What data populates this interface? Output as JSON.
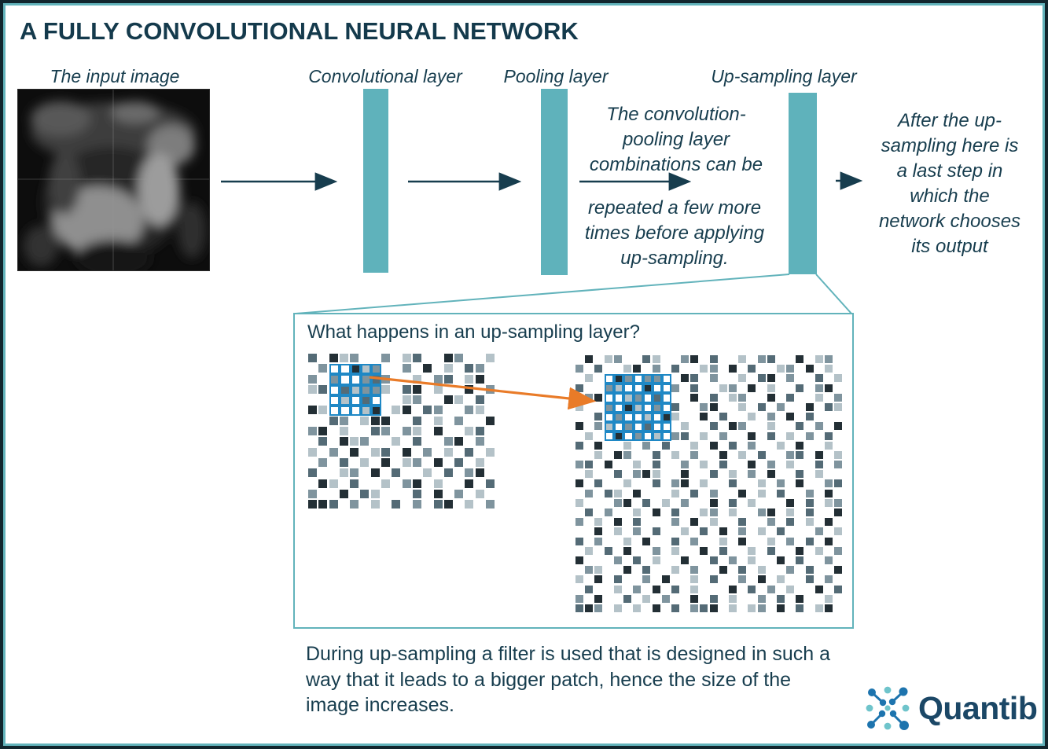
{
  "title": "A FULLY CONVOLUTIONAL NEURAL NETWORK",
  "flow": {
    "input_label": "The input image",
    "conv_label": "Convolutional layer",
    "pool_label": "Pooling layer",
    "upsample_label": "Up-sampling layer",
    "mid_text_top": "The convolution-\npooling layer\ncombinations can be",
    "mid_text_bottom": "repeated a few more\ntimes before applying\nup-sampling.",
    "right_text": "After the up-\nsampling here is\na last step in\nwhich the\nnetwork chooses\nits output"
  },
  "upsampling_box": {
    "heading": "What happens in an up-sampling layer?",
    "palette": {
      "0": "transparent",
      "1": "#b4c2c8",
      "2": "#7f949e",
      "3": "#546b76",
      "4": "#232f35"
    },
    "patch_palette": {
      "0": "#ffffff",
      "1": "#b4c2c8",
      "2": "#7f949e",
      "3": "#546b76",
      "4": "#232f35"
    },
    "left_grid": {
      "cols": 18,
      "rows": [
        "304120020130042001",
        "021043100204010320",
        "200310420010230140",
        "130024010340100402",
        "002140300120041030",
        "410032001403200210",
        "003201440030102004",
        "240100320210400130",
        "030412001030024020",
        "102040130402010301",
        "020301040120403010",
        "300120403001030240",
        "041030010240100403",
        "200403100030402010",
        "443020103020340102"
      ]
    },
    "right_grid": {
      "cols": 28,
      "rows": [
        "0401200310024030010230040120",
        "2030014020300120403001204010",
        "0102403001043020010340200301",
        "3000120440203001204010030240",
        "0240300102004030120040300102",
        "1003204010300240010302004031",
        "0030012040100403001020403000",
        "4020103002010030420010030204",
        "0102030400230102004030102030",
        "3040010203001040302001040010",
        "0010420030102004010300230401",
        "2304001030020103004020100302",
        "0100302410040030102040030100",
        "4030010030240100300102040023",
        "0203104000103020040103002040",
        "1000240301020040301000403012",
        "0302001040300120100240103004",
        "2010403000204010030020301040",
        "0040102030010304020103000201",
        "3020010400302001040010203040",
        "0103040020100403001030040102",
        "4000203010040030201004030020",
        "0210040300102004030100203004",
        "1040300204001030020401003020",
        "0300102040301000403020100403",
        "2040030102004030100203040010",
        "3420101040302340101204030140"
      ]
    },
    "left_patch": {
      "rows": [
        "00412",
        "20023",
        "03122",
        "01030",
        "00014"
      ]
    },
    "right_patch": {
      "rows": [
        "0420220",
        "2100400",
        "0012030",
        "2041020",
        "0200104",
        "1020300",
        "0402010"
      ]
    }
  },
  "caption": "During up-sampling a filter is used that is designed in such a way that it leads to a bigger patch, hence the size of the image increases.",
  "logo": {
    "text": "Quantib"
  },
  "colors": {
    "text_dark_teal": "#173d4e",
    "bar_teal": "#5fb2bb",
    "border_teal": "#62b3bb",
    "patch_blue": "#1f88c5",
    "arrow_navy": "#173d4e",
    "arrow_orange": "#e97b28",
    "logo_blue": "#1d74ae",
    "logo_teal": "#6fc4cb",
    "logo_navy": "#1b4766"
  }
}
